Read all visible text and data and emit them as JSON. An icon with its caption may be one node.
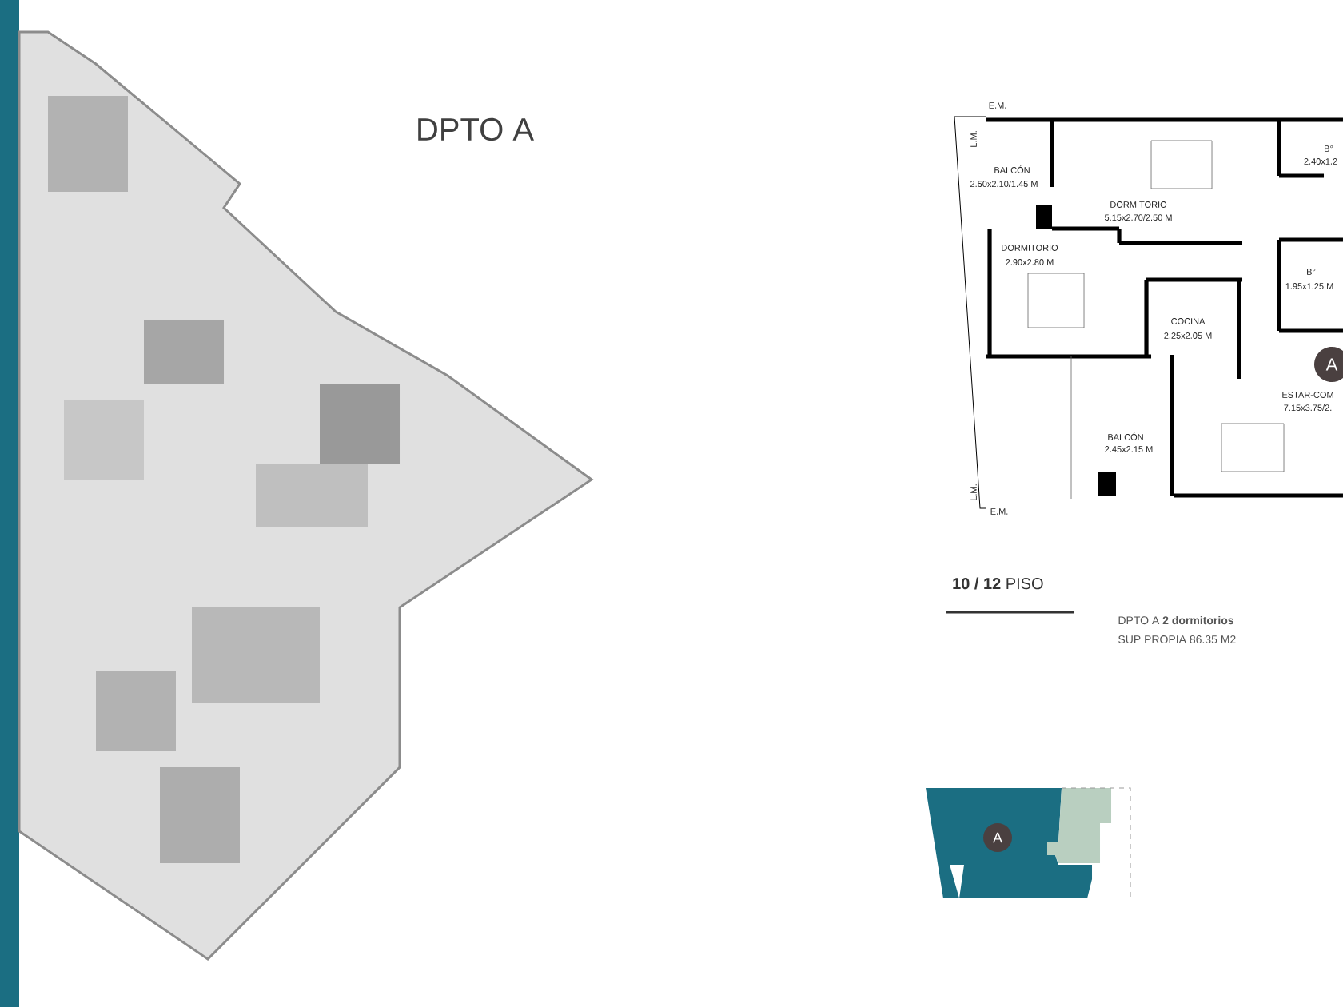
{
  "diagram": {
    "labels": [
      "DPTO A",
      "E.M.",
      "L.M.",
      "BALCÓN",
      "2.50x2.10/1.45 M",
      "DORMITORIO",
      "5.15x2.70/2.50 M",
      "B°",
      "2.40x1.2",
      "DORMITORIO",
      "2.90x2.80 M",
      "B°",
      "1.95x1.25 M",
      "COCINA",
      "2.25x2.05 M",
      "A",
      "ESTAR-COM",
      "7.15x3.75/2.",
      "BALCÓN",
      "2.45x2.15 M",
      "L.M.",
      "E.M.",
      "**10 / 12** PISO",
      "DPTO A  **2 dormitorios**",
      "SUP PROPIA 86.35 M2",
      "A"
    ]
  }
}
